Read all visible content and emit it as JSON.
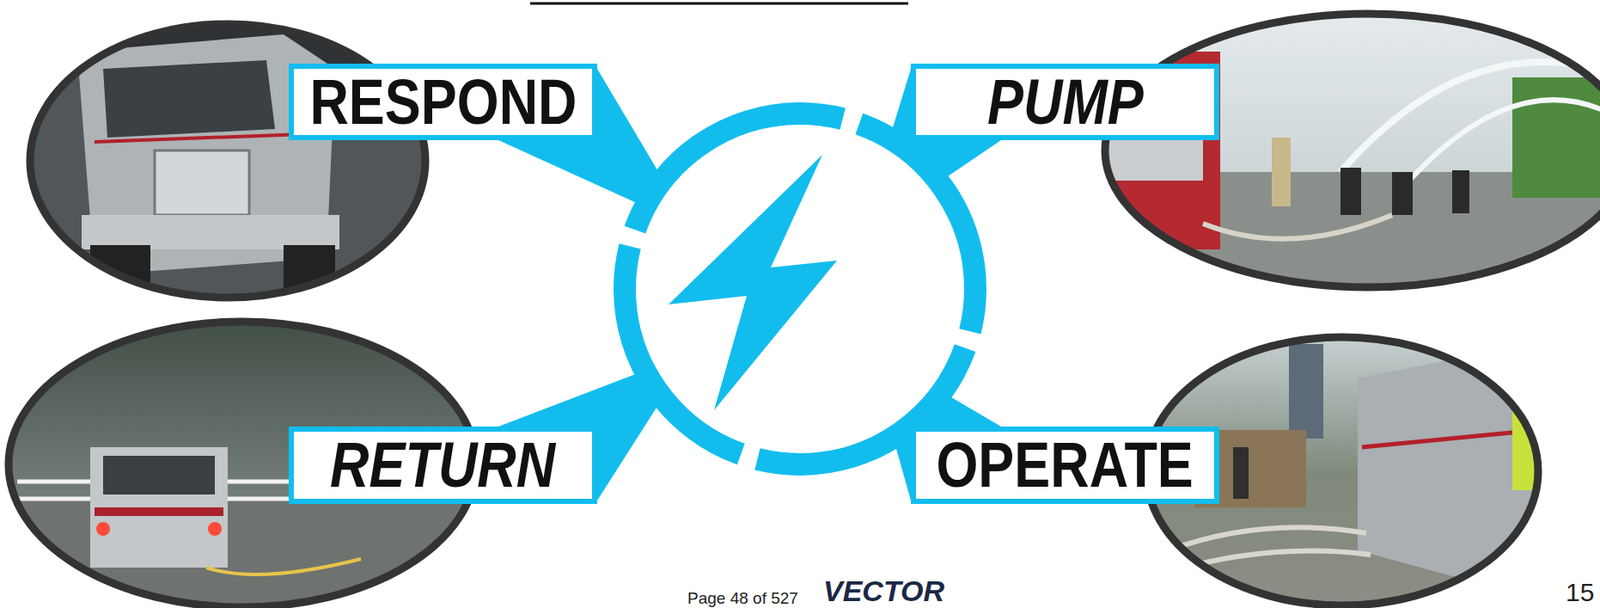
{
  "diagram": {
    "nodes": [
      {
        "text": [
          "RESPOND"
        ]
      },
      {
        "text": [
          "PUMP"
        ]
      },
      {
        "text": [
          "RETURN"
        ]
      },
      {
        "text": [
          "OPERATE"
        ]
      }
    ],
    "labels": [
      "Page 48 of 527",
      "VECTOR",
      "15"
    ]
  }
}
